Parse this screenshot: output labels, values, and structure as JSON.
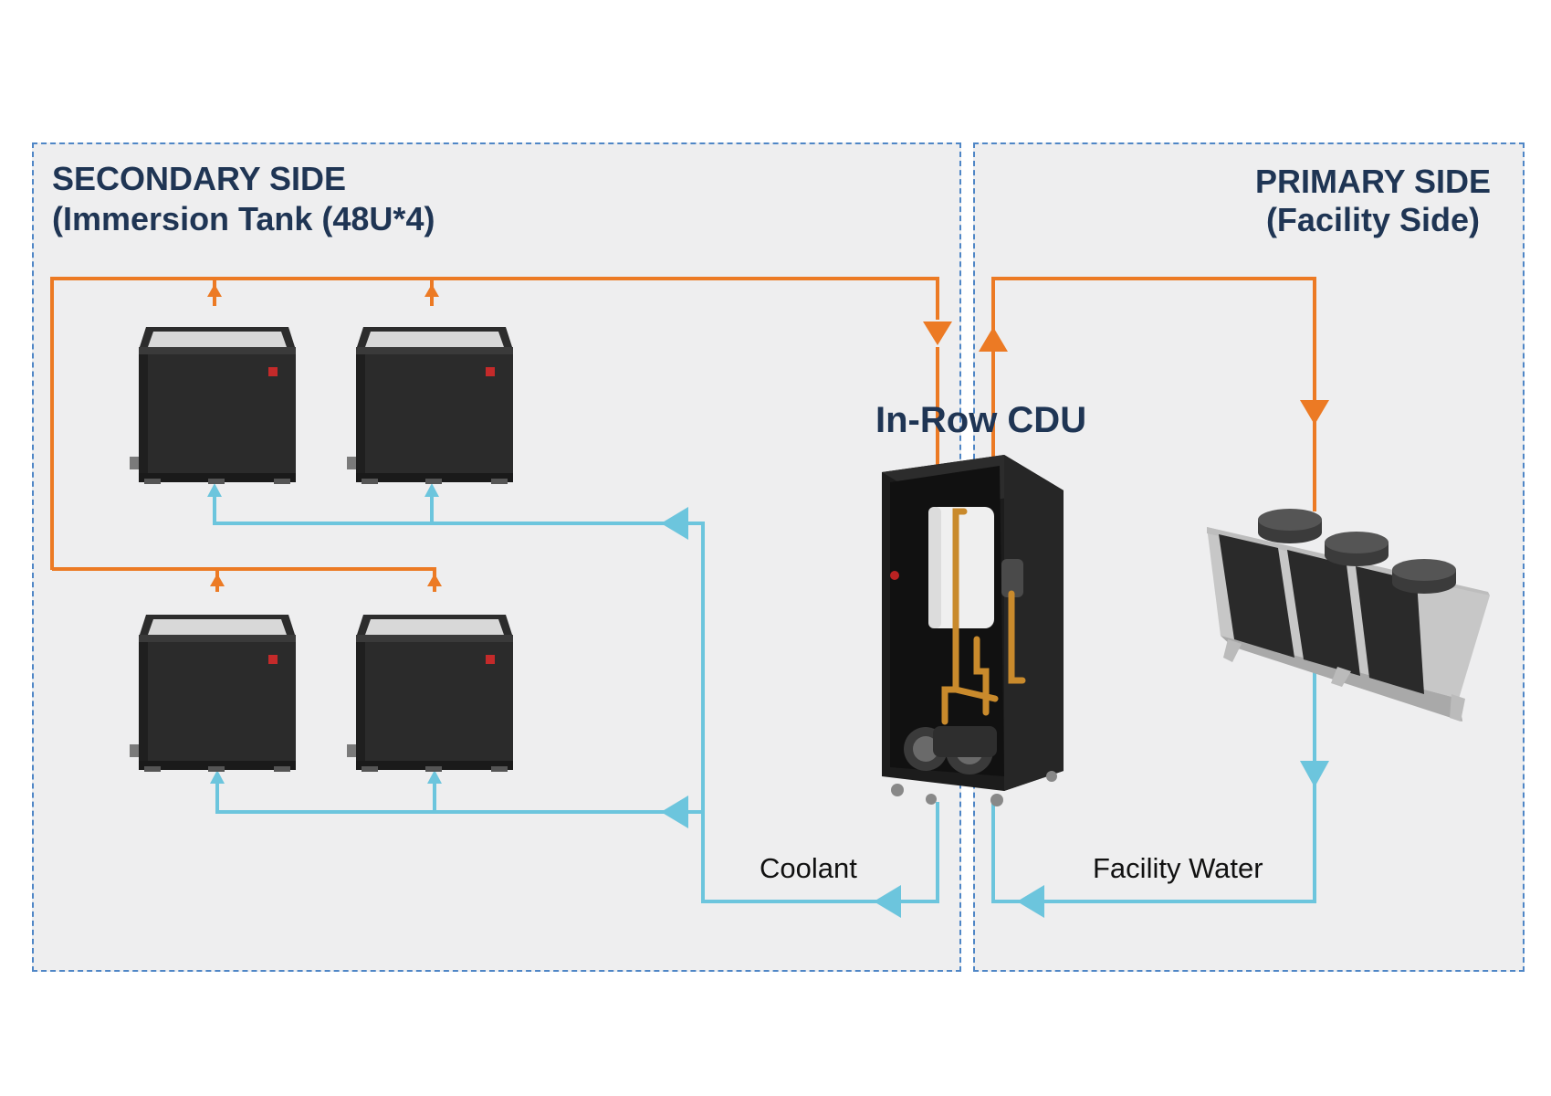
{
  "secondary": {
    "title_line1": "SECONDARY SIDE",
    "title_line2": "(Immersion Tank (48U*4)"
  },
  "primary": {
    "title_line1": "PRIMARY SIDE",
    "title_line2": "(Facility Side)"
  },
  "cdu": {
    "title": "In-Row CDU"
  },
  "labels": {
    "coolant": "Coolant",
    "facility_water": "Facility Water"
  },
  "colors": {
    "hot_line": "#ec7a24",
    "cold_line": "#6cc5dd",
    "panel_bg": "#eeeeef",
    "panel_border": "#4f86c6",
    "title_color": "#1f3554"
  },
  "icons": {
    "tanks": [
      "immersion-tank-icon",
      "immersion-tank-icon",
      "immersion-tank-icon",
      "immersion-tank-icon"
    ],
    "cdu": "cdu-cabinet-icon",
    "dry_cooler": "dry-cooler-icon"
  }
}
